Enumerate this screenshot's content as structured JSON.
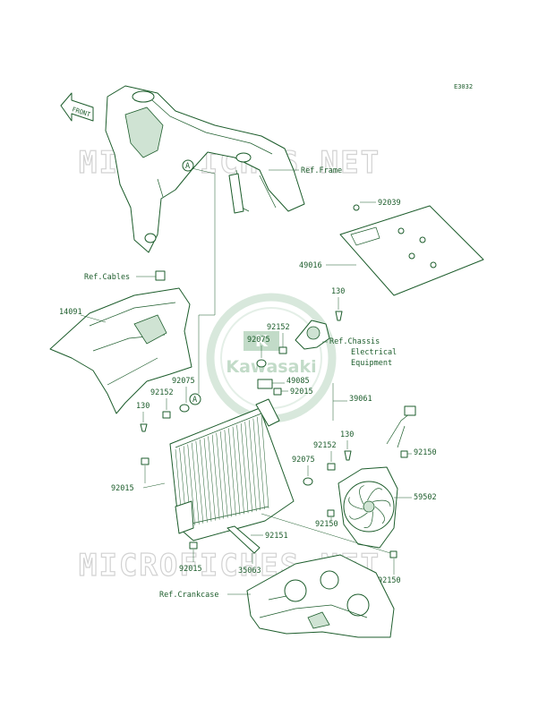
{
  "diagram_code": "E3032",
  "front_arrow_label": "FRONT",
  "watermark_text": "MICROFICHES.NET",
  "logo_text": "Kawasaki",
  "callouts": {
    "ref_frame": "Ref.Frame",
    "ref_cables": "Ref.Cables",
    "ref_crankcase": "Ref.Crankcase",
    "ref_chassis_1": "Ref.Chassis",
    "ref_chassis_2": "Electrical",
    "ref_chassis_3": "Equipment",
    "marker_a": "A"
  },
  "part_numbers": {
    "p92039": "92039",
    "p49016": "49016",
    "p130a": "130",
    "p92152a": "92152",
    "p92075a": "92075",
    "p14091": "14091",
    "p92075b": "92075",
    "p92152b": "92152",
    "p130b": "130",
    "p49085": "49085",
    "p92015a": "92015",
    "p39061": "39061",
    "p130c": "130",
    "p92152c": "92152",
    "p92075c": "92075",
    "p92150a": "92150",
    "p59502": "59502",
    "p92015b": "92015",
    "p92150b": "92150",
    "p92151": "92151",
    "p92015c": "92015",
    "p35063": "35063",
    "p92150c": "92150"
  },
  "colors": {
    "line": "#1d5d2c",
    "fill": "#cfe3d3",
    "watermark": "#d2d2d2"
  }
}
